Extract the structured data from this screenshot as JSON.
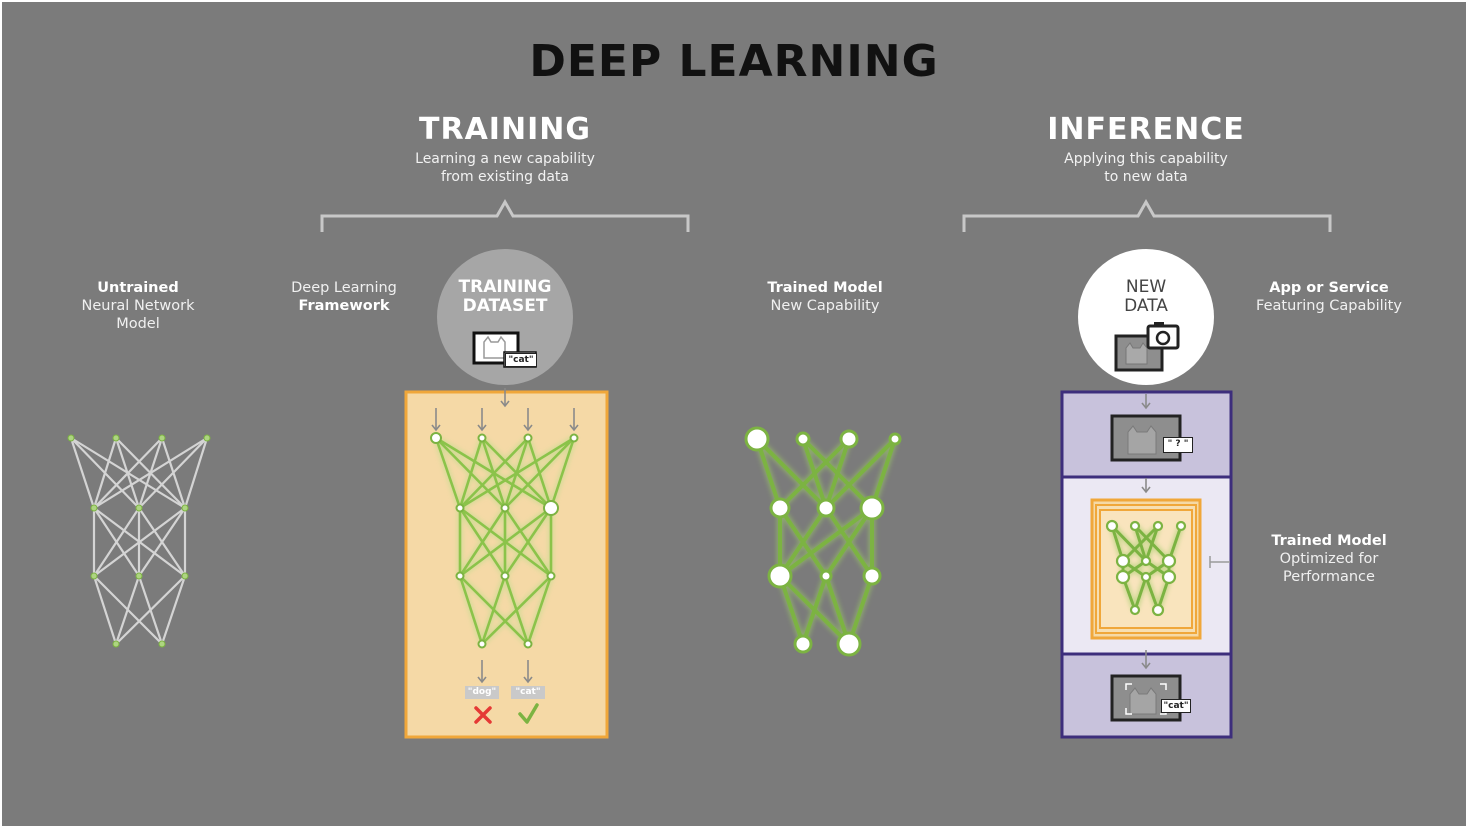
{
  "title": "DEEP LEARNING",
  "training": {
    "title": "TRAINING",
    "subtitle_line1": "Learning a new capability",
    "subtitle_line2": "from existing data"
  },
  "inference": {
    "title": "INFERENCE",
    "subtitle_line1": "Applying this capability",
    "subtitle_line2": "to new data"
  },
  "labels": {
    "untrained": [
      "Untrained",
      "Neural Network",
      "Model"
    ],
    "framework": [
      "Deep Learning",
      "Framework"
    ],
    "trained": [
      "Trained Model",
      "New Capability"
    ],
    "app": [
      "App or Service",
      "Featuring Capability"
    ],
    "optimized": [
      "Trained Model",
      "Optimized for",
      "Performance"
    ]
  },
  "training_dataset": {
    "line1": "TRAINING",
    "line2": "DATASET",
    "image_tag": "\"cat\""
  },
  "new_data": {
    "line1": "NEW",
    "line2": "DATA"
  },
  "outputs": {
    "wrong_tag": "\"dog\"",
    "right_tag": "\"cat\"",
    "wrong_mark": "✕",
    "right_mark": "✓"
  },
  "inference_steps": {
    "query_tag": "\" ? \"",
    "result_tag": "\"cat\""
  },
  "colors": {
    "background": "#7b7b7b",
    "green": "#7cb342",
    "training_panel": "#f5d9a6",
    "training_border": "#f0a73a",
    "inference_panel": "#c8c2dc",
    "inference_border": "#3d2e7c",
    "untrained_lines": "#d4d4d4"
  },
  "icons": [
    "cat-image-icon",
    "camera-icon",
    "arrow-down-icon",
    "x-mark-icon",
    "check-mark-icon"
  ]
}
